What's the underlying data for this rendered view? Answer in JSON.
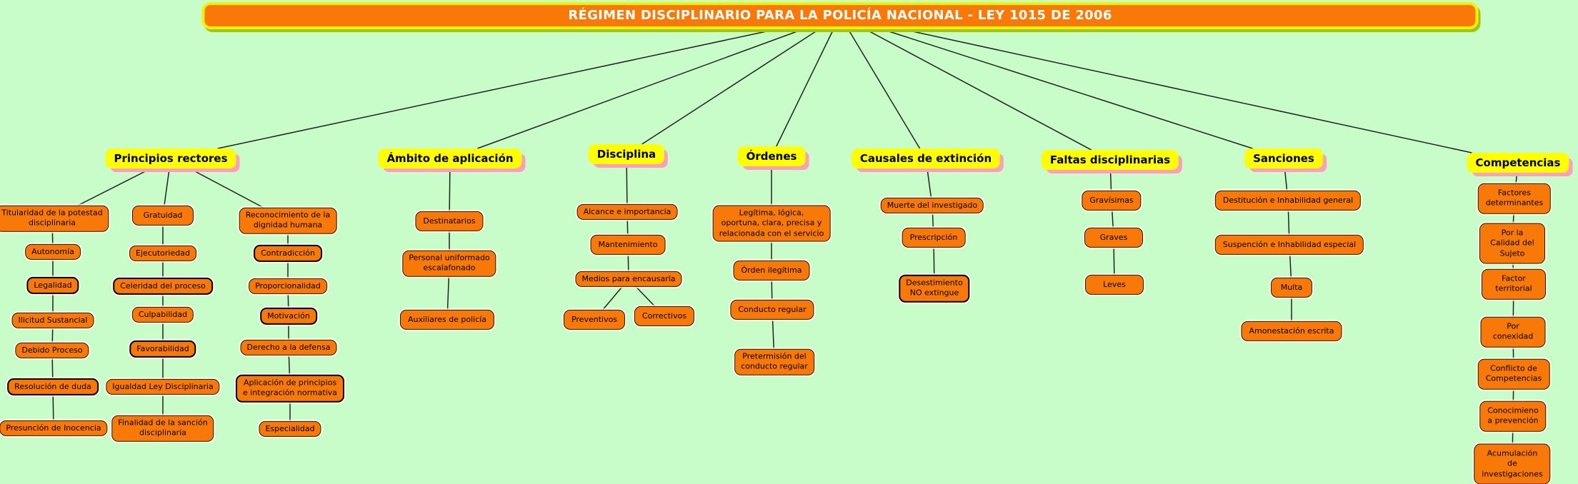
{
  "title": {
    "label": "RÉGIMEN DISCIPLINARIO PARA LA POLICÍA NACIONAL - LEY 1015 DE 2006"
  },
  "colors": {
    "background": "#c8fcc8",
    "concept_fill": "#f87908",
    "topic_fill": "#ffff00",
    "topic_shadow": "#ff9dbe",
    "title_border": "#f2f200",
    "title_shadow": "#9fc41a",
    "line": "#222222"
  },
  "nodes": {
    "principios": {
      "label": "Principios rectores"
    },
    "ambito": {
      "label": "Ámbito de aplicación"
    },
    "disciplina": {
      "label": "Disciplina"
    },
    "ordenes": {
      "label": "Órdenes"
    },
    "causales": {
      "label": "Causales de extinción"
    },
    "faltas": {
      "label": "Faltas disciplinarias"
    },
    "sanciones": {
      "label": "Sanciones"
    },
    "competencias": {
      "label": "Competencias"
    },
    "titularidad": {
      "label": "Titularidad de la potestad\ndisciplinaria"
    },
    "autonomia": {
      "label": "Autonomía"
    },
    "legalidad": {
      "label": "Legalidad"
    },
    "ilicitud": {
      "label": "Ilicitud Sustancial"
    },
    "debido": {
      "label": "Debido Proceso"
    },
    "resolucion": {
      "label": "Resolución de duda"
    },
    "presuncion": {
      "label": "Presunción de Inocencia"
    },
    "gratuidad": {
      "label": "Gratuidad"
    },
    "ejecutoriedad": {
      "label": "Ejecutoriedad"
    },
    "celeridad": {
      "label": "Celeridad del proceso"
    },
    "culpabilidad": {
      "label": "Culpabilidad"
    },
    "favorabilidad": {
      "label": "Favorabilidad"
    },
    "igualdad": {
      "label": "Igualdad Ley Disciplinaria"
    },
    "finalidad": {
      "label": "Finalidad de la sanción\ndisciplinaria"
    },
    "reconocimiento": {
      "label": "Reconocimiento de la\ndignidad humana"
    },
    "contradiccion": {
      "label": "Contradicción"
    },
    "proporcionalidad": {
      "label": "Proporcionalidad"
    },
    "motivacion": {
      "label": "Motivación"
    },
    "derecho": {
      "label": "Derecho a la defensa"
    },
    "aplicacion": {
      "label": "Aplicación de principios\ne integración normativa"
    },
    "especialidad": {
      "label": "Especialidad"
    },
    "destinatarios": {
      "label": "Destinatarios"
    },
    "personal": {
      "label": "Personal uniformado\nescalafonado"
    },
    "auxiliares": {
      "label": "Auxiliares de policía"
    },
    "alcance": {
      "label": "Alcance e importancia"
    },
    "mantenimiento": {
      "label": "Mantenimiento"
    },
    "medios": {
      "label": "Medios para encausarla"
    },
    "preventivos": {
      "label": "Preventivos"
    },
    "correctivos": {
      "label": "Correctivos"
    },
    "legitima": {
      "label": "Legítima, lógica,\noportuna, clara, precisa y\nrelacionada con el servicio"
    },
    "ilegitima": {
      "label": "Órden ilegítima"
    },
    "conducto": {
      "label": "Conducto regular"
    },
    "pretermision": {
      "label": "Pretermisión del\nconducto regular"
    },
    "muerte": {
      "label": "Muerte del investigado"
    },
    "prescripcion": {
      "label": "Prescripción"
    },
    "desestimiento": {
      "label": "Desestimiento\nNO extingue"
    },
    "gravisimas": {
      "label": "Gravísimas"
    },
    "graves": {
      "label": "Graves"
    },
    "leves": {
      "label": "Leves"
    },
    "destitucion": {
      "label": "Destitución e Inhabilidad general"
    },
    "suspencion": {
      "label": "Suspención e Inhabilidad especial"
    },
    "multa": {
      "label": "Multa"
    },
    "amonestacion": {
      "label": "Amonestación escrita"
    },
    "factores": {
      "label": "Factores determinantes"
    },
    "calidad": {
      "label": "Por la Calidad del Sujeto"
    },
    "territorial": {
      "label": "Factor territorial"
    },
    "conexidad": {
      "label": "Por conexidad"
    },
    "conflicto": {
      "label": "Conflicto de Competencias"
    },
    "conocimiento": {
      "label": "Conocimieno a prevención"
    },
    "acumulacion": {
      "label": "Acumulación de investigaciones"
    }
  },
  "edges": [
    [
      "title",
      "principios"
    ],
    [
      "title",
      "ambito"
    ],
    [
      "title",
      "disciplina"
    ],
    [
      "title",
      "ordenes"
    ],
    [
      "title",
      "causales"
    ],
    [
      "title",
      "faltas"
    ],
    [
      "title",
      "sanciones"
    ],
    [
      "title",
      "competencias"
    ],
    [
      "principios",
      "titularidad"
    ],
    [
      "principios",
      "gratuidad"
    ],
    [
      "principios",
      "reconocimiento"
    ],
    [
      "titularidad",
      "autonomia"
    ],
    [
      "autonomia",
      "legalidad"
    ],
    [
      "legalidad",
      "ilicitud"
    ],
    [
      "ilicitud",
      "debido"
    ],
    [
      "debido",
      "resolucion"
    ],
    [
      "resolucion",
      "presuncion"
    ],
    [
      "gratuidad",
      "ejecutoriedad"
    ],
    [
      "ejecutoriedad",
      "celeridad"
    ],
    [
      "celeridad",
      "culpabilidad"
    ],
    [
      "culpabilidad",
      "favorabilidad"
    ],
    [
      "favorabilidad",
      "igualdad"
    ],
    [
      "igualdad",
      "finalidad"
    ],
    [
      "reconocimiento",
      "contradiccion"
    ],
    [
      "contradiccion",
      "proporcionalidad"
    ],
    [
      "proporcionalidad",
      "motivacion"
    ],
    [
      "motivacion",
      "derecho"
    ],
    [
      "derecho",
      "aplicacion"
    ],
    [
      "aplicacion",
      "especialidad"
    ],
    [
      "ambito",
      "destinatarios"
    ],
    [
      "destinatarios",
      "personal"
    ],
    [
      "personal",
      "auxiliares"
    ],
    [
      "disciplina",
      "alcance"
    ],
    [
      "alcance",
      "mantenimiento"
    ],
    [
      "mantenimiento",
      "medios"
    ],
    [
      "medios",
      "preventivos"
    ],
    [
      "medios",
      "correctivos"
    ],
    [
      "ordenes",
      "legitima"
    ],
    [
      "legitima",
      "ilegitima"
    ],
    [
      "ilegitima",
      "conducto"
    ],
    [
      "conducto",
      "pretermision"
    ],
    [
      "causales",
      "muerte"
    ],
    [
      "muerte",
      "prescripcion"
    ],
    [
      "prescripcion",
      "desestimiento"
    ],
    [
      "faltas",
      "gravisimas"
    ],
    [
      "gravisimas",
      "graves"
    ],
    [
      "graves",
      "leves"
    ],
    [
      "sanciones",
      "destitucion"
    ],
    [
      "destitucion",
      "suspencion"
    ],
    [
      "suspencion",
      "multa"
    ],
    [
      "multa",
      "amonestacion"
    ],
    [
      "competencias",
      "factores"
    ],
    [
      "factores",
      "calidad"
    ],
    [
      "calidad",
      "territorial"
    ],
    [
      "territorial",
      "conexidad"
    ],
    [
      "conexidad",
      "conflicto"
    ],
    [
      "conflicto",
      "conocimiento"
    ],
    [
      "conocimiento",
      "acumulacion"
    ]
  ]
}
